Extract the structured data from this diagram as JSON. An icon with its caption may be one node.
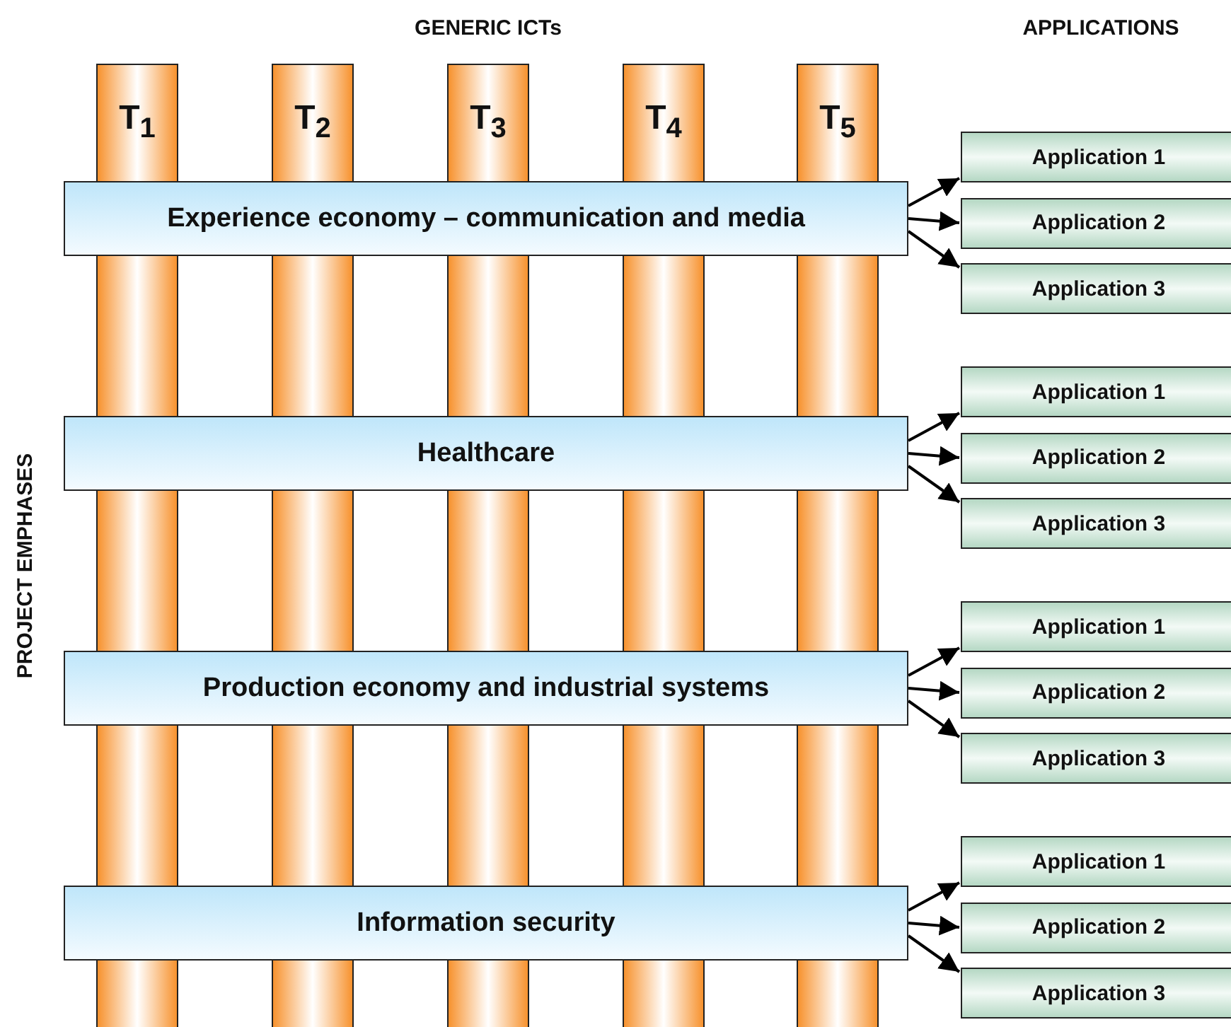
{
  "diagram": {
    "nodes": [
      {
        "text": [
          "T$_{1}$"
        ]
      },
      {
        "text": [
          "T$_{2}$"
        ]
      },
      {
        "text": [
          "T$_{3}$"
        ]
      },
      {
        "text": [
          "T$_{4}$"
        ]
      },
      {
        "text": [
          "T$_{5}$"
        ]
      },
      {
        "text": [
          "Experience economy – communication and media"
        ]
      },
      {
        "text": [
          "Application 1"
        ]
      },
      {
        "text": [
          "Application 2"
        ]
      },
      {
        "text": [
          "Application 3"
        ]
      },
      {
        "text": [
          "Healthcare"
        ]
      },
      {
        "text": [
          "Application 1"
        ]
      },
      {
        "text": [
          "Application 2"
        ]
      },
      {
        "text": [
          "Application 3"
        ]
      },
      {
        "text": [
          "Production economy and industrial systems"
        ]
      },
      {
        "text": [
          "Application 1"
        ]
      },
      {
        "text": [
          "Application 2"
        ]
      },
      {
        "text": [
          "Application 3"
        ]
      },
      {
        "text": [
          "Information security"
        ]
      },
      {
        "text": [
          "Application 1"
        ]
      },
      {
        "text": [
          "Application 2"
        ]
      },
      {
        "text": [
          "Application 3"
        ]
      }
    ],
    "edges": [
      {
        "from": 5,
        "to": 6,
        "arrow": "to"
      },
      {
        "from": 5,
        "to": 7,
        "arrow": "to"
      },
      {
        "from": 5,
        "to": 8,
        "arrow": "to"
      },
      {
        "from": 9,
        "to": 10,
        "arrow": "to"
      },
      {
        "from": 9,
        "to": 11,
        "arrow": "to"
      },
      {
        "from": 9,
        "to": 12,
        "arrow": "to"
      },
      {
        "from": 13,
        "to": 14,
        "arrow": "to"
      },
      {
        "from": 13,
        "to": 15,
        "arrow": "to"
      },
      {
        "from": 13,
        "to": 16,
        "arrow": "to"
      },
      {
        "from": 17,
        "to": 18,
        "arrow": "to"
      },
      {
        "from": 17,
        "to": 19,
        "arrow": "to"
      },
      {
        "from": 17,
        "to": 20,
        "arrow": "to"
      }
    ],
    "labels": [
      "GENERIC ICTs",
      "APPLICATIONS",
      "PROJECT EMPHASES"
    ]
  }
}
